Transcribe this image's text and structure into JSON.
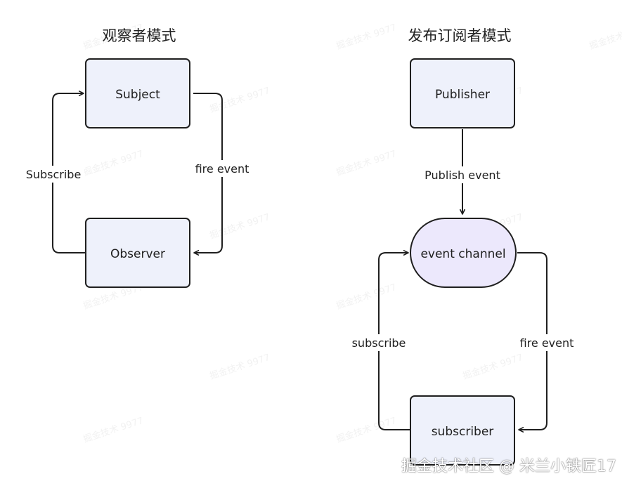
{
  "observer_pattern": {
    "title": "观察者模式",
    "nodes": {
      "subject": "Subject",
      "observer": "Observer"
    },
    "edges": {
      "subscribe": "Subscribe",
      "fire_event": "fire event"
    }
  },
  "pubsub_pattern": {
    "title": "发布订阅者模式",
    "nodes": {
      "publisher": "Publisher",
      "event_channel": "event channel",
      "subscriber": "subscriber"
    },
    "edges": {
      "publish_event": "Publish event",
      "subscribe": "subscribe",
      "fire_event": "fire event"
    }
  },
  "watermark": {
    "tile_text": "掘金技术 9977",
    "footer_text": "掘金技术社区 @ 米兰小铁匠17"
  },
  "colors": {
    "node_fill": "#eef1fb",
    "channel_fill": "#ece8fc",
    "stroke": "#1f1f1f"
  }
}
